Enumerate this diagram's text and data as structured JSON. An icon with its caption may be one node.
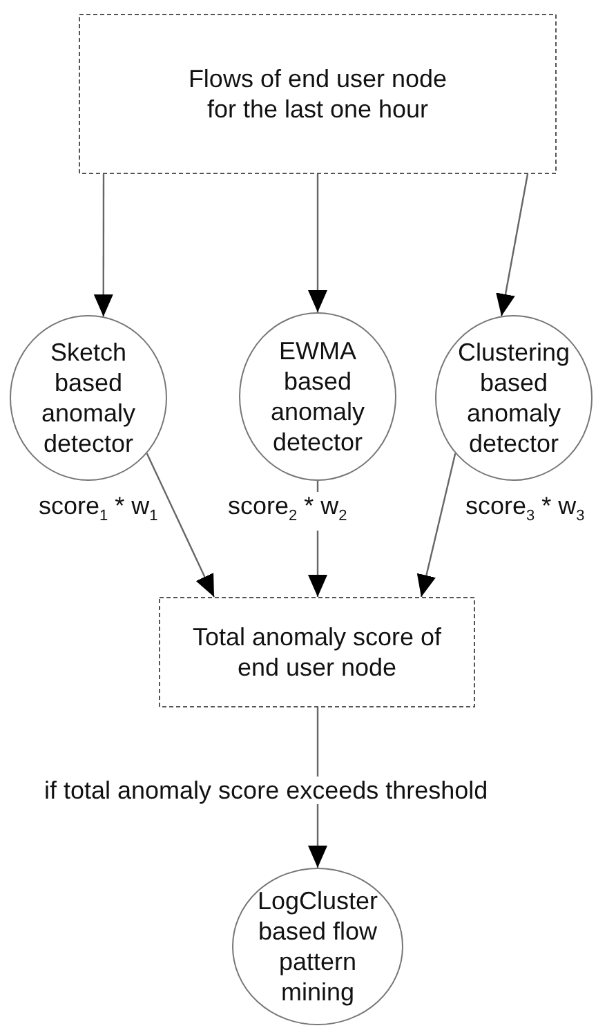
{
  "diagram": {
    "nodes": [
      {
        "text": [
          "Flows of end user node for the last one hour"
        ]
      },
      {
        "text": [
          "Sketch based anomaly detector"
        ]
      },
      {
        "text": [
          "EWMA based anomaly detector"
        ]
      },
      {
        "text": [
          "Clustering based anomaly detector"
        ]
      },
      {
        "text": [
          "Total anomaly score of end user node"
        ]
      },
      {
        "text": [
          "LogCluster based flow pattern mining"
        ]
      }
    ],
    "edges": [
      {
        "from": 0,
        "to": 1,
        "arrow": "to"
      },
      {
        "from": 0,
        "to": 2,
        "arrow": "to"
      },
      {
        "from": 0,
        "to": 3,
        "arrow": "to"
      },
      {
        "from": 1,
        "to": 4,
        "arrow": "to",
        "label": "score$_{1}$ * w$_{1}$"
      },
      {
        "from": 2,
        "to": 4,
        "arrow": "to",
        "label": "score$_{2}$ * w$_{2}$"
      },
      {
        "from": 3,
        "to": 4,
        "arrow": "to",
        "label": "score$_{3}$ * w$_{3}$"
      },
      {
        "from": 4,
        "to": 5,
        "arrow": "to",
        "label": "if total anomaly score exceeds threshold"
      }
    ]
  }
}
